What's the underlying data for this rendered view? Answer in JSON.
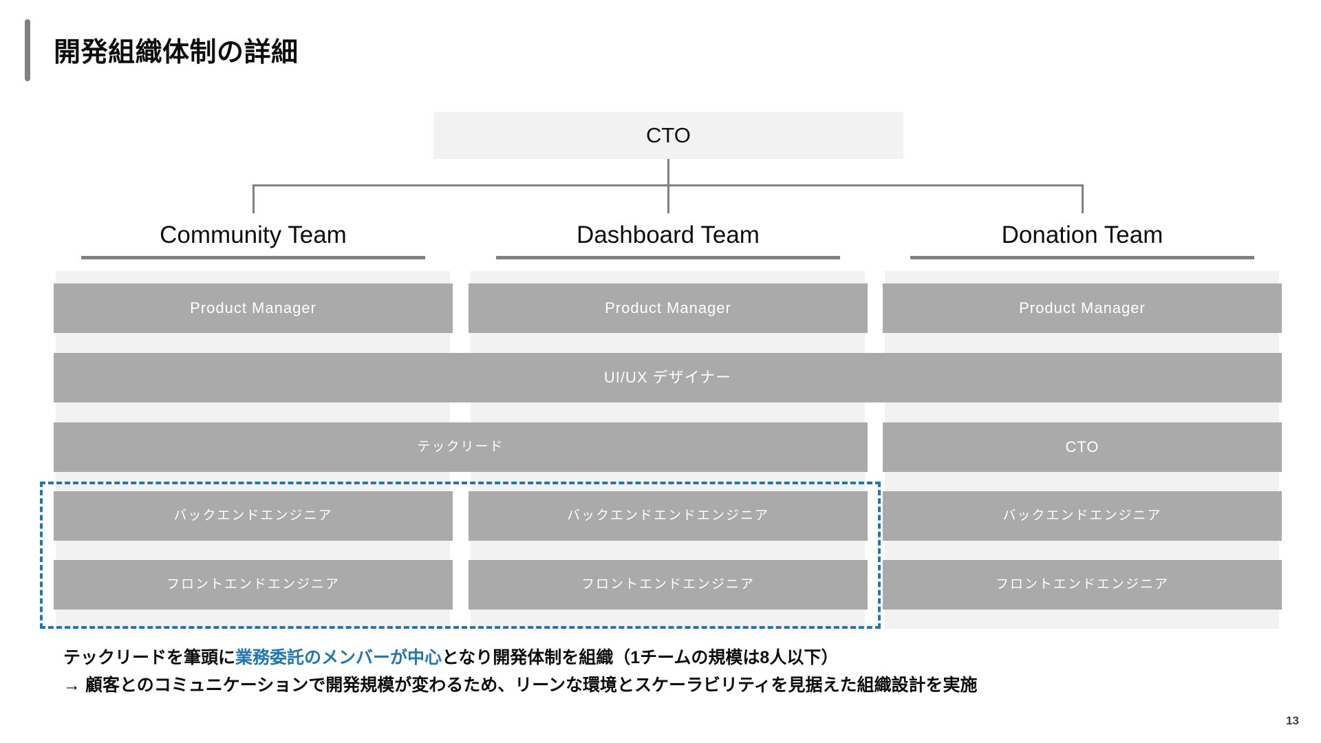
{
  "slide": {
    "title": "開発組織体制の詳細",
    "page_number": "13",
    "accent_color": "#1f77b4",
    "box_color": "#aaaaaa",
    "panel_color": "#f2f2f2",
    "line_color": "#808080"
  },
  "org": {
    "root": {
      "label": "CTO"
    },
    "teams": [
      {
        "name": "Community Team"
      },
      {
        "name": "Dashboard Team"
      },
      {
        "name": "Donation Team"
      }
    ],
    "rows": [
      {
        "row": "product-manager",
        "cells": [
          {
            "label": "Product Manager",
            "span": 1
          },
          {
            "label": "Product Manager",
            "span": 1
          },
          {
            "label": "Product Manager",
            "span": 1
          }
        ]
      },
      {
        "row": "designer",
        "cells": [
          {
            "label": "UI/UX デザイナー",
            "span": 3
          }
        ]
      },
      {
        "row": "lead",
        "cells": [
          {
            "label": "テックリード",
            "span": 2
          },
          {
            "label": "CTO",
            "span": 1
          }
        ]
      },
      {
        "row": "backend",
        "cells": [
          {
            "label": "バックエンドエンジニア",
            "span": 1
          },
          {
            "label": "バックエンドエンドエンジニア",
            "span": 1
          },
          {
            "label": "バックエンドエンジニア",
            "span": 1
          }
        ]
      },
      {
        "row": "frontend",
        "cells": [
          {
            "label": "フロントエンドエンジニア",
            "span": 1
          },
          {
            "label": "フロントエンドエンジニア",
            "span": 1
          },
          {
            "label": "フロントエンドエンジニア",
            "span": 1
          }
        ]
      }
    ]
  },
  "caption": {
    "line1_prefix": "テックリードを筆頭に",
    "line1_highlight": "業務委託のメンバーが中心",
    "line1_suffix": "となり開発体制を組織（1チームの規模は8人以下）",
    "line2": "→ 顧客とのコミュニケーションで開発規模が変わるため、リーンな環境とスケーラビリティを見据えた組織設計を実施"
  }
}
